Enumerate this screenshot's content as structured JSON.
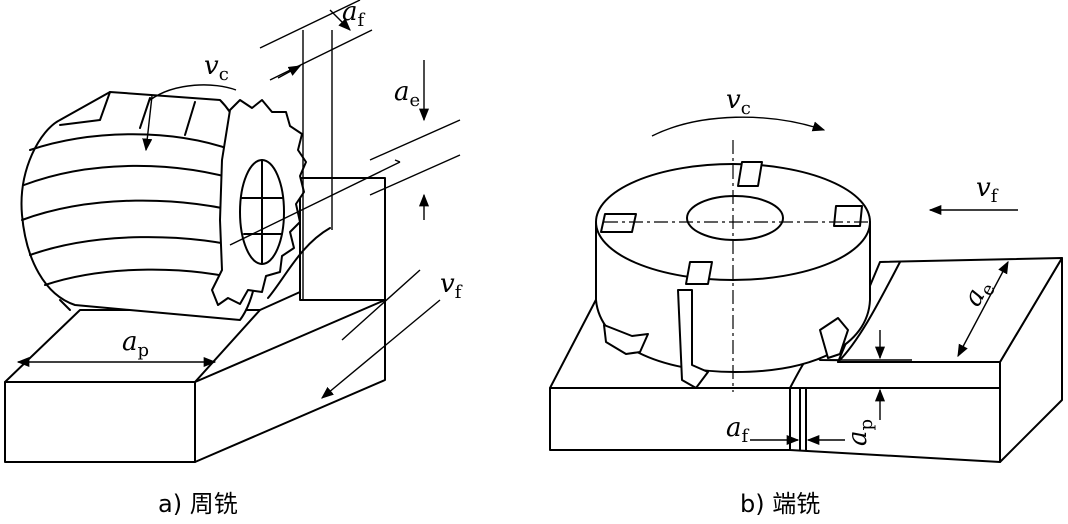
{
  "panel_a": {
    "caption": "a) 周铣",
    "labels": {
      "vc": {
        "sym": "v",
        "sub": "c"
      },
      "af": {
        "sym": "a",
        "sub": "f"
      },
      "ae": {
        "sym": "a",
        "sub": "e"
      },
      "vf": {
        "sym": "v",
        "sub": "f"
      },
      "ap": {
        "sym": "a",
        "sub": "p"
      }
    }
  },
  "panel_b": {
    "caption": "b) 端铣",
    "labels": {
      "vc": {
        "sym": "v",
        "sub": "c"
      },
      "vf": {
        "sym": "v",
        "sub": "f"
      },
      "ae": {
        "sym": "a",
        "sub": "e"
      },
      "af": {
        "sym": "a",
        "sub": "f"
      },
      "ap": {
        "sym": "a",
        "sub": "p"
      }
    }
  }
}
